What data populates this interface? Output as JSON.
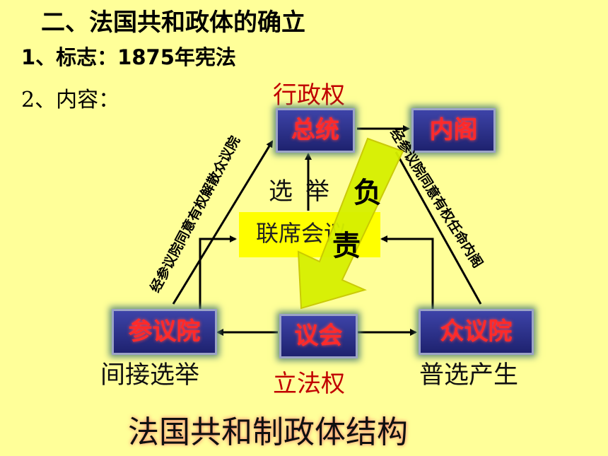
{
  "heading": "二、法国共和政体的确立",
  "sign_line": "1、标志：1875年宪法",
  "content_line": "2、内容：",
  "labels": {
    "executive": "行政权",
    "legislative": "立法权",
    "president": "总统",
    "cabinet": "内阁",
    "senate": "参议院",
    "parliament": "议会",
    "deputies": "众议院",
    "joint_session": "联席会议",
    "elect": "选举",
    "indirect": "间接选举",
    "universal": "普选产生",
    "left_diag": "经参议院同意有权解散众议院",
    "right_diag": "经参议院同意有权任命内阁",
    "resp1": "负",
    "resp2": "责",
    "caption": "法国共和制政体结构"
  },
  "colors": {
    "background": "#ffff99",
    "box_fill": "#2a2f8c",
    "box_text": "#ff2a2a",
    "highlight": "#ffff00",
    "arrow": "#d6f000"
  }
}
